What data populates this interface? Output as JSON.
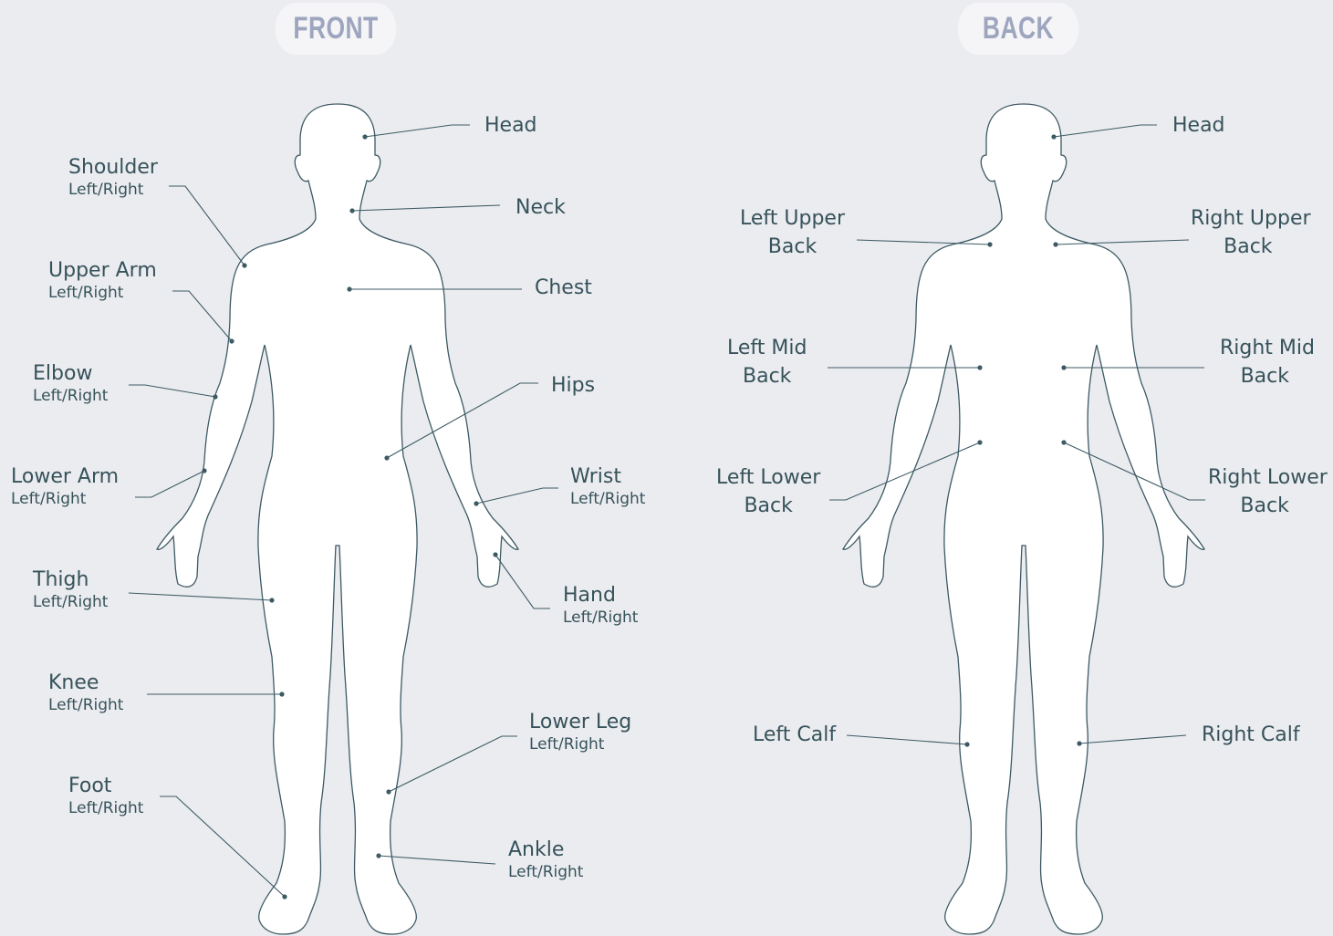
{
  "views": {
    "front": "FRONT",
    "back": "BACK"
  },
  "sub_label": "Left/Right",
  "front_labels": {
    "head": "Head",
    "neck": "Neck",
    "chest": "Chest",
    "hips": "Hips",
    "wrist": "Wrist",
    "hand": "Hand",
    "lower_leg": "Lower Leg",
    "ankle": "Ankle",
    "shoulder": "Shoulder",
    "upper_arm": "Upper Arm",
    "elbow": "Elbow",
    "lower_arm": "Lower Arm",
    "thigh": "Thigh",
    "knee": "Knee",
    "foot": "Foot"
  },
  "back_labels": {
    "head": "Head",
    "left_upper_back_1": "Left Upper",
    "left_upper_back_2": "Back",
    "right_upper_back_1": "Right Upper",
    "right_upper_back_2": "Back",
    "left_mid_back_1": "Left Mid",
    "left_mid_back_2": "Back",
    "right_mid_back_1": "Right Mid",
    "right_mid_back_2": "Back",
    "left_lower_back_1": "Left Lower",
    "left_lower_back_2": "Back",
    "right_lower_back_1": "Right Lower",
    "right_lower_back_2": "Back",
    "left_calf": "Left Calf",
    "right_calf": "Right Calf"
  },
  "colors": {
    "background": "#ebecf0",
    "body_fill": "#ffffff",
    "outline": "#3d5a64",
    "label_text": "#36525a",
    "tab_text": "#9ea6bf",
    "tab_fill": "#f5f5f7"
  }
}
